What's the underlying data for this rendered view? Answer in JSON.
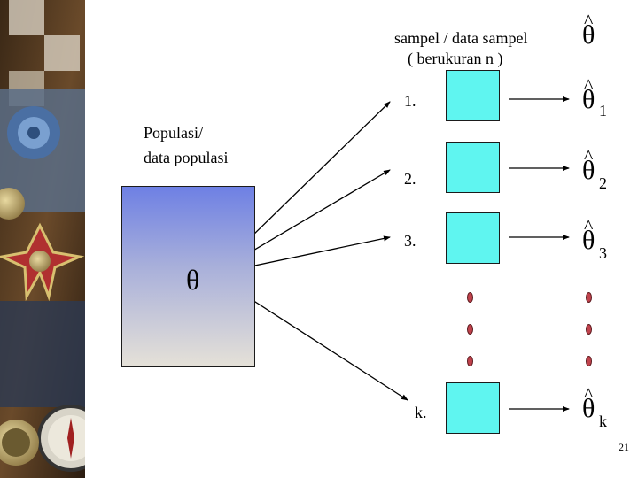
{
  "sample_header": {
    "line1": "sampel / data sampel",
    "line2": "( berukuran n )"
  },
  "population_label": {
    "line1": "Populasi/",
    "line2": "data populasi"
  },
  "population_parameter": "θ",
  "estimator_symbol": "θ",
  "hat_glyph": "^",
  "samples": [
    {
      "label": "1.",
      "subscript": "1"
    },
    {
      "label": "2.",
      "subscript": "2"
    },
    {
      "label": "3.",
      "subscript": "3"
    },
    {
      "label": "k.",
      "subscript": "k"
    }
  ],
  "slide_number": "21",
  "colors": {
    "sample_box": "#5ff5f0",
    "population_gradient_top": "#6e80e4",
    "population_gradient_bottom": "#e5e1d8",
    "ellipsis_dot": "#c0424c"
  }
}
